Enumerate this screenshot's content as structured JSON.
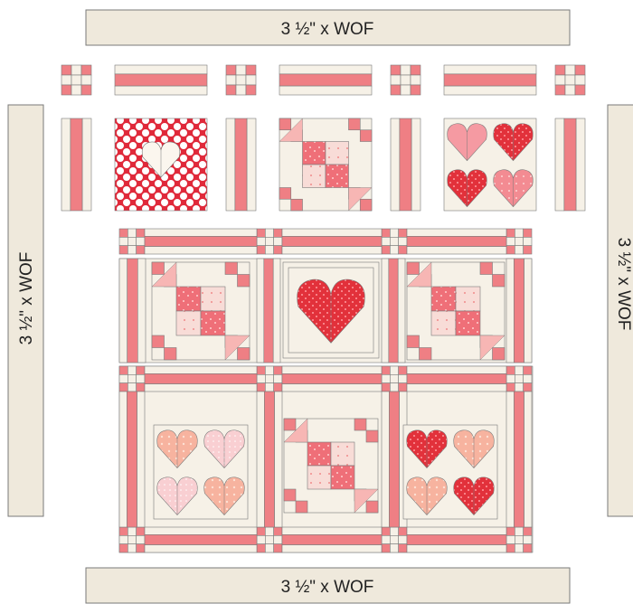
{
  "strips": {
    "top_label": "3 ½\" x WOF",
    "bottom_label": "3 ½\" x WOF",
    "left_label": "3 ½\" x WOF",
    "right_label": "3 ½\" x WOF"
  },
  "colors": {
    "background_fabric": "#f1ece2",
    "strip_fabric": "#efe9dc",
    "pink": "#ef7f84",
    "light_pink": "#f7b6b4",
    "red": "#e5343d",
    "dark_red": "#d82833",
    "peach": "#f6b29a",
    "cream": "#f6f1e7",
    "outline": "#7a7a7a"
  },
  "blocks": {
    "large_heart": "heart-block",
    "polka_heart": "polka-dot-heart-block",
    "nine_patch": "four-patch-star-block",
    "mini_hearts": "four-heart-block"
  }
}
